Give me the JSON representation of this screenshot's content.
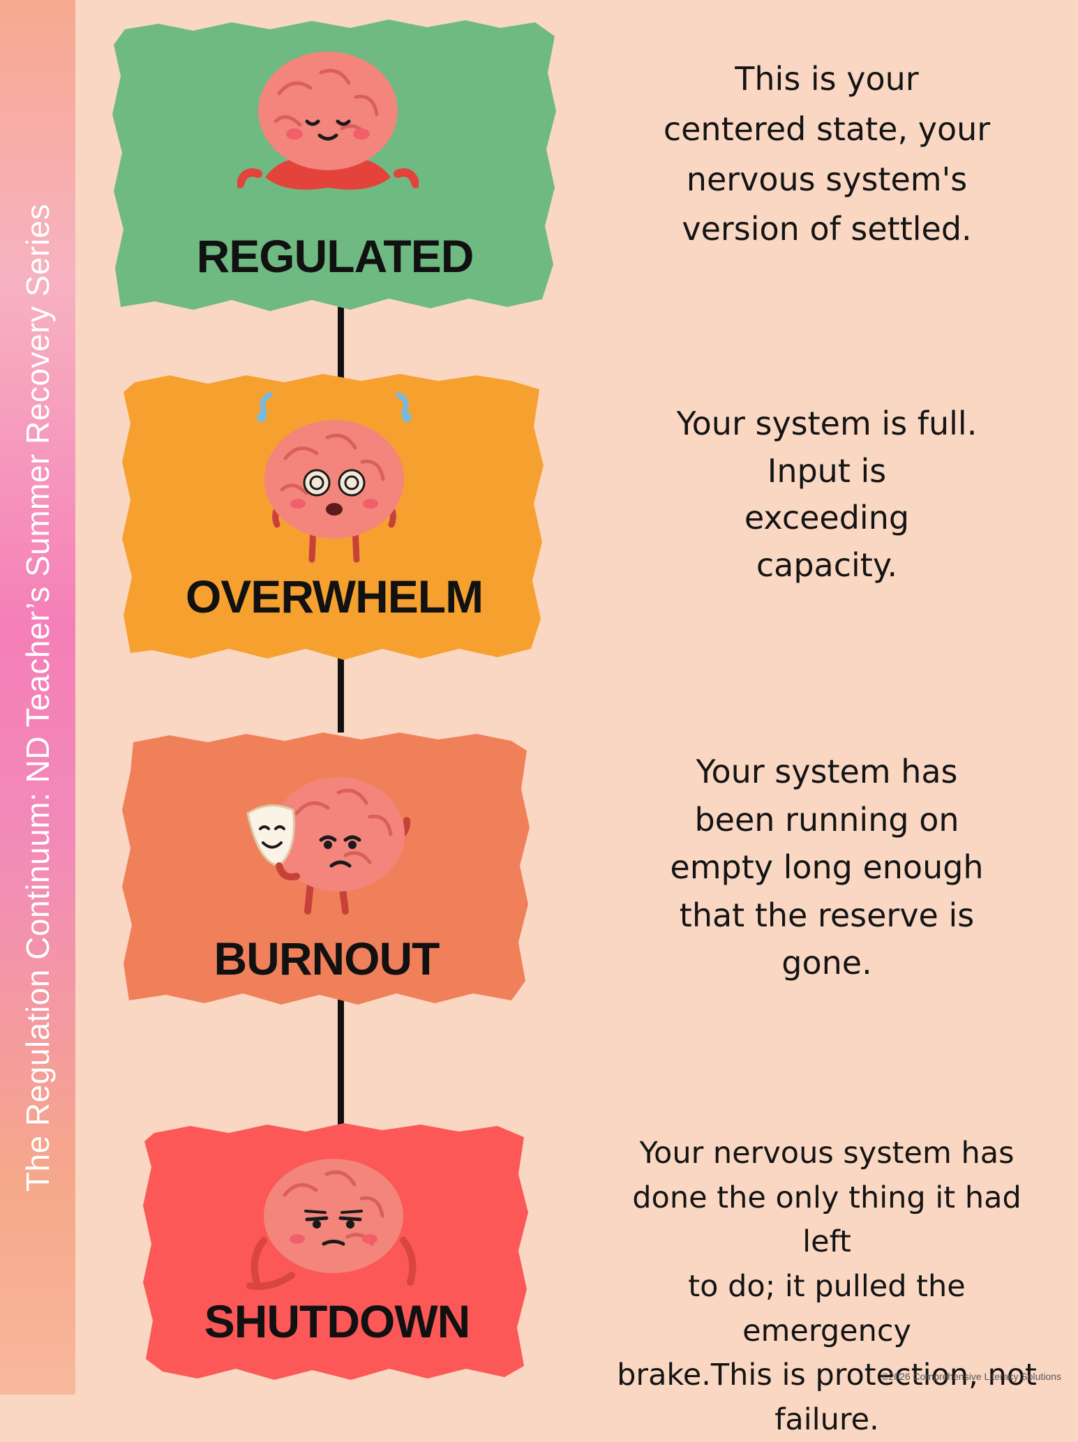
{
  "side_title": "The Regulation Continuum: ND Teacher’s Summer Recovery Series",
  "states": [
    {
      "label": "REGULATED",
      "color": "#6fba83",
      "icon": "meditating-brain-icon",
      "description": [
        "This is your",
        "centered state, your",
        "nervous system's",
        "version of settled."
      ]
    },
    {
      "label": "OVERWHELM",
      "color": "#f6a12f",
      "icon": "dizzy-sweating-brain-icon",
      "description": [
        "Your system is full.",
        "Input is",
        "exceeding",
        "capacity."
      ]
    },
    {
      "label": "BURNOUT",
      "color": "#f0805a",
      "icon": "tired-brain-holding-mask-icon",
      "description": [
        "Your system has",
        "been running on",
        "empty long enough",
        "that the reserve is",
        "gone."
      ]
    },
    {
      "label": "SHUTDOWN",
      "color": "#fb5857",
      "icon": "slumped-exhausted-brain-icon",
      "description": [
        "Your nervous system has",
        "done the only thing it had left",
        "to do; it pulled the emergency",
        "brake.This is protection, not",
        "failure."
      ]
    }
  ],
  "footer": "©2026 Comprehensive Literacy Solutions"
}
